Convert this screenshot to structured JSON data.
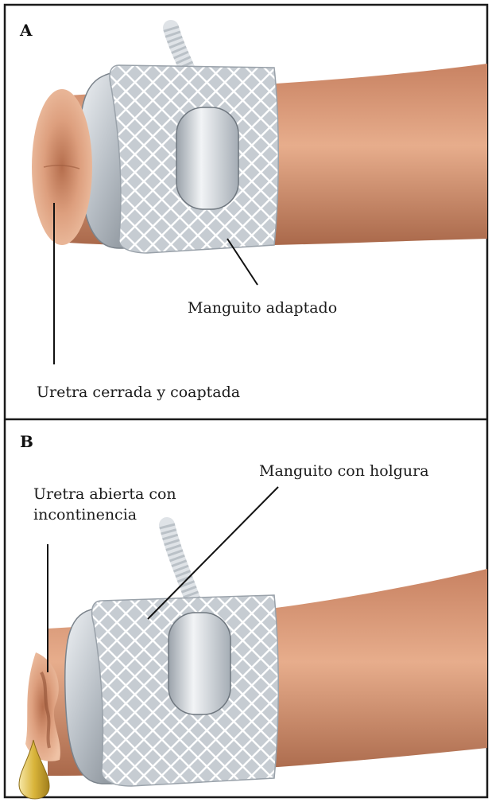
{
  "panels": [
    {
      "letter": "A",
      "labels": {
        "cuff": "Manguito adaptado",
        "urethra": "Uretra cerrada y coaptada"
      }
    },
    {
      "letter": "B",
      "labels": {
        "cuff": "Manguito con holgura",
        "urethra": "Uretra abierta con\nincontinencia"
      }
    }
  ],
  "colors": {
    "border": "#1a1a1a",
    "skin_light": "#e9b08e",
    "skin_dark": "#b06d4c",
    "cuff_grey": "#c9ced3",
    "droplet": "#d9b43a"
  }
}
